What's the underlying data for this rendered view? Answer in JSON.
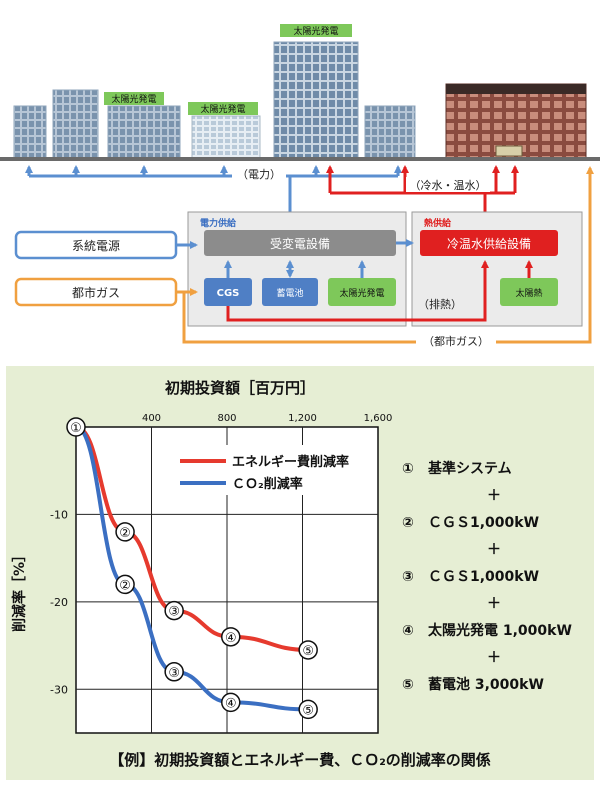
{
  "colors": {
    "electric": "#5b8fd0",
    "heat": "#e02020",
    "gas": "#f0a040",
    "green_label": "#7ec85a",
    "gray_box": "#8c8c8c",
    "blue_box": "#4f7fc5",
    "chart_bg": "#e6eed4",
    "energy_line": "#e63a2e",
    "co2_line": "#3b6fc2"
  },
  "diagram": {
    "solar_label": "太陽光発電",
    "electricity_label": "（電力）",
    "coldhot_water_label": "（冷水・温水）",
    "power_supply_title": "電力供給",
    "heat_supply_title": "熱供給",
    "grid_source": "系統電源",
    "city_gas": "都市ガス",
    "substation": "受変電設備",
    "cgs": "CGS",
    "battery": "蓄電池",
    "solar_power": "太陽光発電",
    "chiller": "冷温水供給設備",
    "solar_heat": "太陽熱",
    "exhaust_heat": "（排熱）",
    "city_gas_paren": "（都市ガス）"
  },
  "chart_data": {
    "type": "line",
    "title": "初期投資額［百万円］",
    "ylabel": "削減率［%］",
    "x_ticks": [
      "400",
      "800",
      "1,200",
      "1,600"
    ],
    "y_ticks": [
      "-10",
      "-20",
      "-30"
    ],
    "xlim": [
      0,
      1600
    ],
    "ylim": [
      -35,
      0
    ],
    "series": [
      {
        "name": "エネルギー費削減率",
        "color": "#e63a2e",
        "points": [
          [
            0,
            0
          ],
          [
            260,
            -12
          ],
          [
            520,
            -21
          ],
          [
            820,
            -24
          ],
          [
            1230,
            -25.5
          ]
        ],
        "markers": [
          "①",
          "②",
          "③",
          "④",
          "⑤"
        ]
      },
      {
        "name": "ＣＯ₂削減率",
        "color": "#3b6fc2",
        "points": [
          [
            0,
            0
          ],
          [
            260,
            -18
          ],
          [
            520,
            -28
          ],
          [
            820,
            -31.5
          ],
          [
            1230,
            -32.3
          ]
        ],
        "markers": [
          "①",
          "②",
          "③",
          "④",
          "⑤"
        ]
      }
    ],
    "legend": [
      {
        "name": "エネルギー費削減率",
        "color": "#e63a2e"
      },
      {
        "name": "ＣＯ₂削減率",
        "color": "#3b6fc2"
      }
    ],
    "side_list": [
      {
        "num": "①",
        "text": "基準システム"
      },
      {
        "num": "②",
        "text": "ＣＧＳ1,000kW"
      },
      {
        "num": "③",
        "text": "ＣＧＳ1,000kW"
      },
      {
        "num": "④",
        "text": "太陽光発電 1,000kW"
      },
      {
        "num": "⑤",
        "text": "蓄電池 3,000kW"
      }
    ],
    "plus": "＋",
    "caption": "【例】初期投資額とエネルギー費、ＣＯ₂の削減率の関係"
  }
}
